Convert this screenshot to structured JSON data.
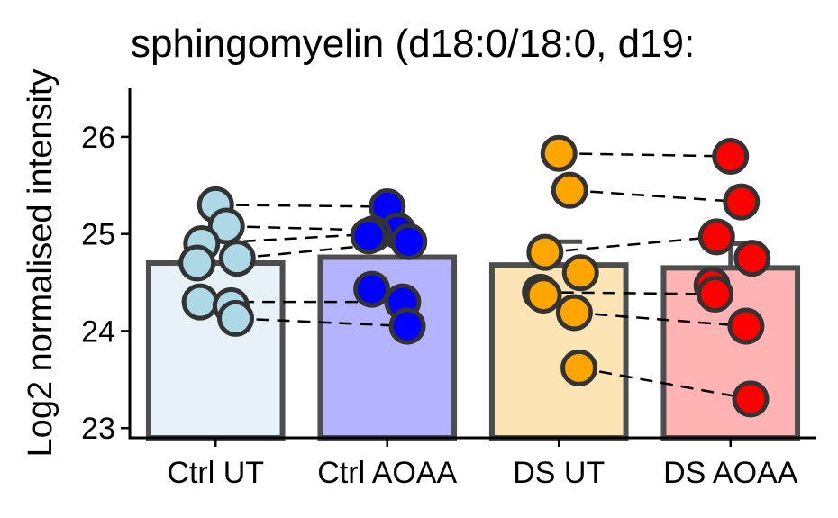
{
  "chart_data": {
    "type": "bar",
    "title": "sphingomyelin (d18:0/18:0, d19:",
    "ylabel": "Log2 normalised intensity",
    "xlabel": "",
    "ylim": [
      22.9,
      26.5
    ],
    "yticks": [
      23,
      24,
      25,
      26
    ],
    "categories": [
      "Ctrl UT",
      "Ctrl AOAA",
      "DS UT",
      "DS AOAA"
    ],
    "bar_values": [
      24.7,
      24.76,
      24.68,
      24.65
    ],
    "bar_errors": [
      0,
      0,
      0.24,
      0.25
    ],
    "bar_fills": [
      "#e6f2f8",
      "#b3b3ff",
      "#fde4b5",
      "#ffb3b3"
    ],
    "point_colors": [
      "#add8e6",
      "#0000ff",
      "#ffa500",
      "#ff0000"
    ],
    "points": [
      [
        25.3,
        25.08,
        24.9,
        24.75,
        24.7,
        24.3,
        24.26,
        24.13
      ],
      [
        25.28,
        25.03,
        25.0,
        24.92,
        24.98,
        24.43,
        24.3,
        24.05
      ],
      [
        25.83,
        25.45,
        24.81,
        24.6,
        24.4,
        24.37,
        24.19,
        23.62
      ],
      [
        25.8,
        25.33,
        24.97,
        24.75,
        24.47,
        24.38,
        24.05,
        23.3
      ]
    ],
    "pairs": [
      [
        [
          0,
          0
        ],
        [
          1,
          0
        ]
      ],
      [
        [
          0,
          1
        ],
        [
          1,
          1
        ]
      ],
      [
        [
          0,
          2
        ],
        [
          1,
          2
        ]
      ],
      [
        [
          0,
          3
        ],
        [
          1,
          3
        ]
      ],
      [
        [
          0,
          5
        ],
        [
          1,
          6
        ]
      ],
      [
        [
          0,
          7
        ],
        [
          1,
          7
        ]
      ],
      [
        [
          2,
          0
        ],
        [
          3,
          0
        ]
      ],
      [
        [
          2,
          1
        ],
        [
          3,
          1
        ]
      ],
      [
        [
          2,
          2
        ],
        [
          3,
          2
        ]
      ],
      [
        [
          2,
          4
        ],
        [
          3,
          5
        ]
      ],
      [
        [
          2,
          6
        ],
        [
          3,
          6
        ]
      ],
      [
        [
          2,
          7
        ],
        [
          3,
          7
        ]
      ]
    ],
    "grid": false,
    "legend": "none"
  }
}
